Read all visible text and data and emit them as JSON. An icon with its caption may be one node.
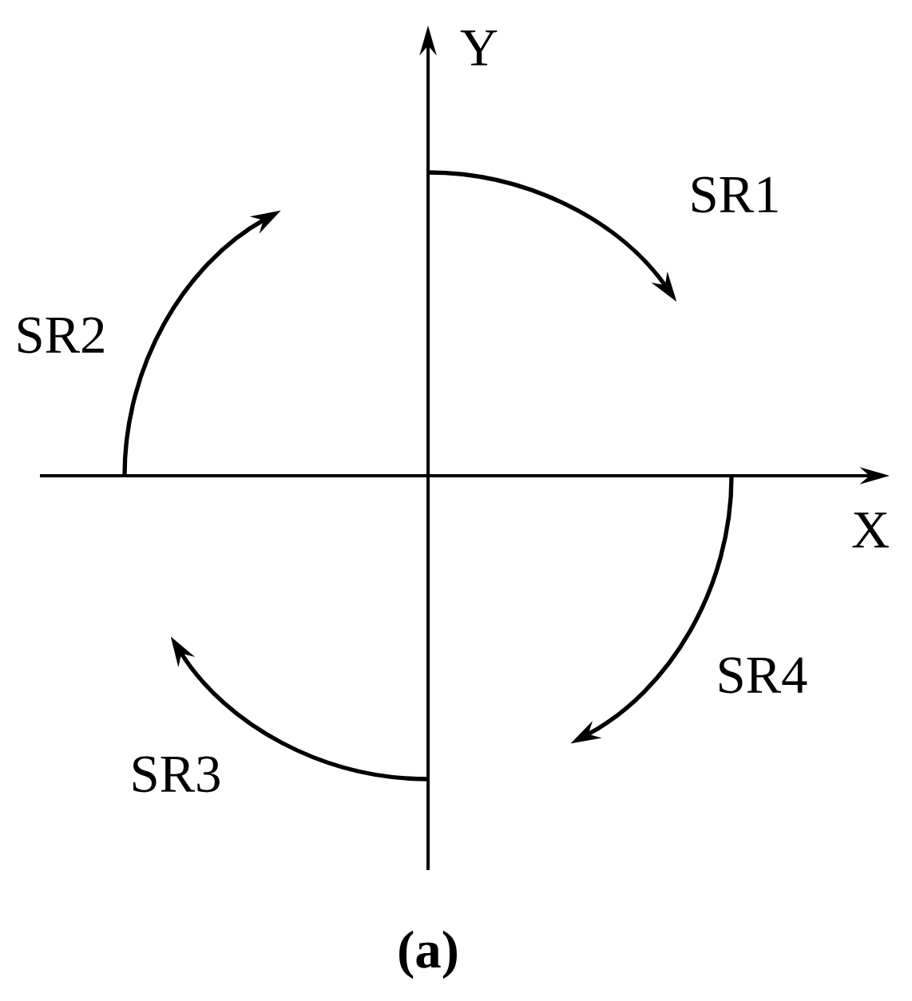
{
  "diagram": {
    "caption": "(a)",
    "labels": [
      "Y",
      "SR1",
      "SR2",
      "X",
      "SR4",
      "SR3"
    ]
  }
}
